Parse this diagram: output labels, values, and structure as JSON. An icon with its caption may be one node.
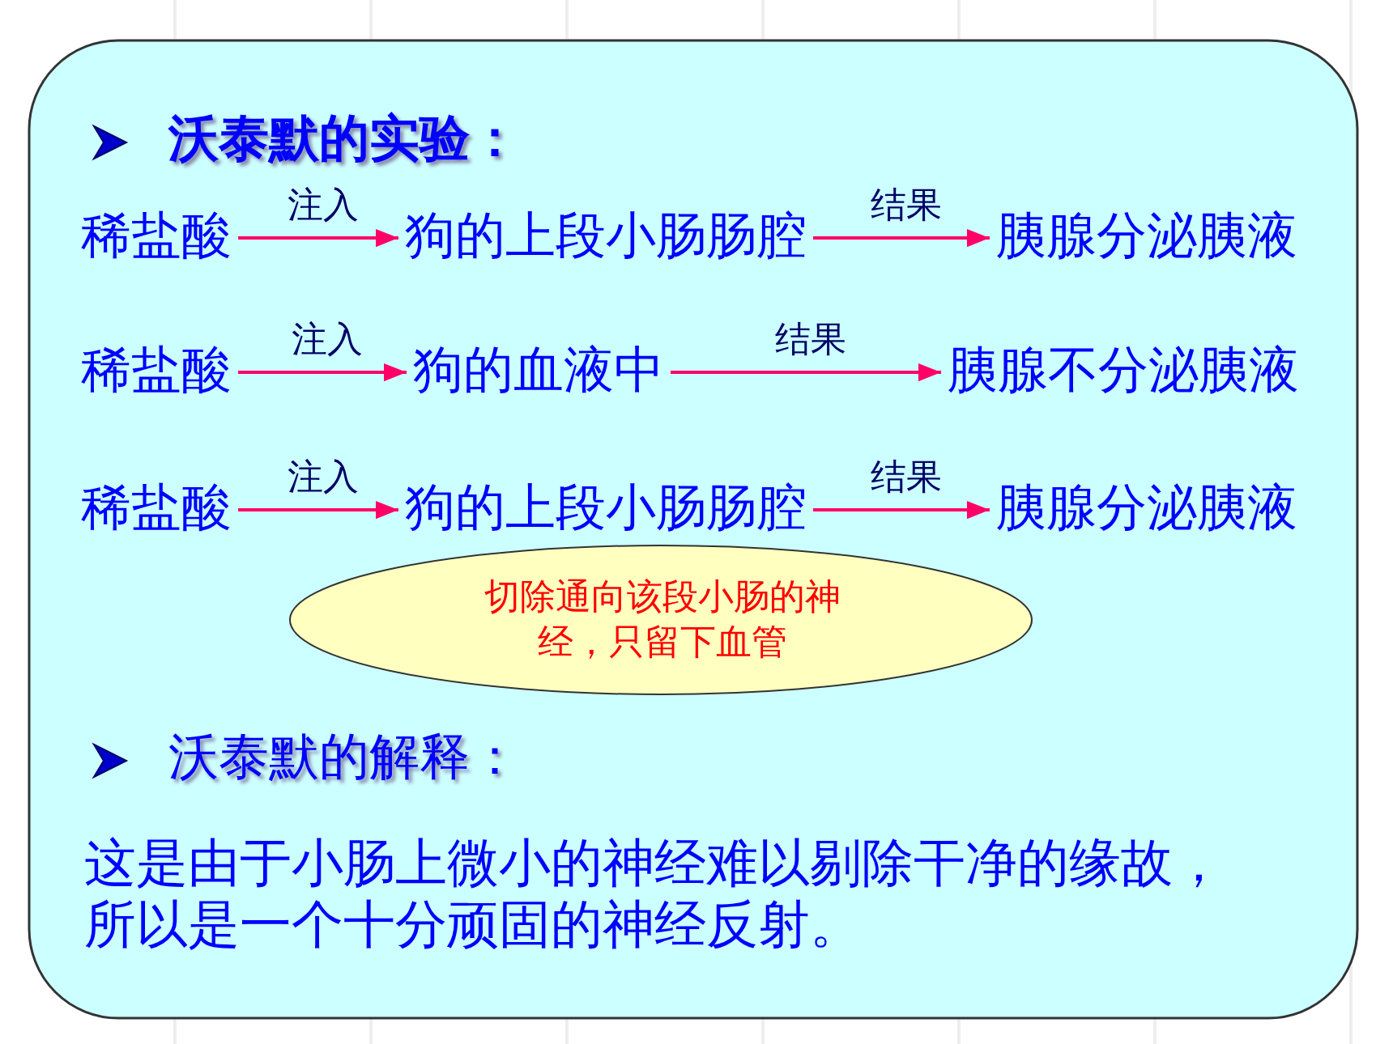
{
  "diagram": {
    "nodes": [
      {
        "text": [
          "稀盐酸"
        ]
      },
      {
        "text": [
          "狗的上段小肠肠腔"
        ]
      },
      {
        "text": [
          "胰腺分泌胰液"
        ]
      },
      {
        "text": [
          "稀盐酸"
        ]
      },
      {
        "text": [
          "狗的血液中"
        ]
      },
      {
        "text": [
          "胰腺不分泌胰液"
        ]
      },
      {
        "text": [
          "稀盐酸"
        ]
      },
      {
        "text": [
          "狗的上段小肠肠腔"
        ]
      },
      {
        "text": [
          "胰腺分泌胰液"
        ]
      },
      {
        "text": [
          "切除通向该段小肠的神经，只留下血管"
        ]
      }
    ],
    "edges": [
      {
        "from": 0,
        "to": 1,
        "arrow": "to",
        "label": "注入"
      },
      {
        "from": 1,
        "to": 2,
        "arrow": "to",
        "label": "结果"
      },
      {
        "from": 3,
        "to": 4,
        "arrow": "to",
        "label": "注入"
      },
      {
        "from": 4,
        "to": 5,
        "arrow": "to",
        "label": "结果"
      },
      {
        "from": 6,
        "to": 7,
        "arrow": "to",
        "label": "注入"
      },
      {
        "from": 7,
        "to": 8,
        "arrow": "to",
        "label": "结果"
      }
    ],
    "labels": [
      "沃泰默的实验：",
      "沃泰默的解释：",
      "这是由于小肠上微小的神经难以剔除干净的缘故，所以是一个十分顽固的神经反射。"
    ]
  }
}
